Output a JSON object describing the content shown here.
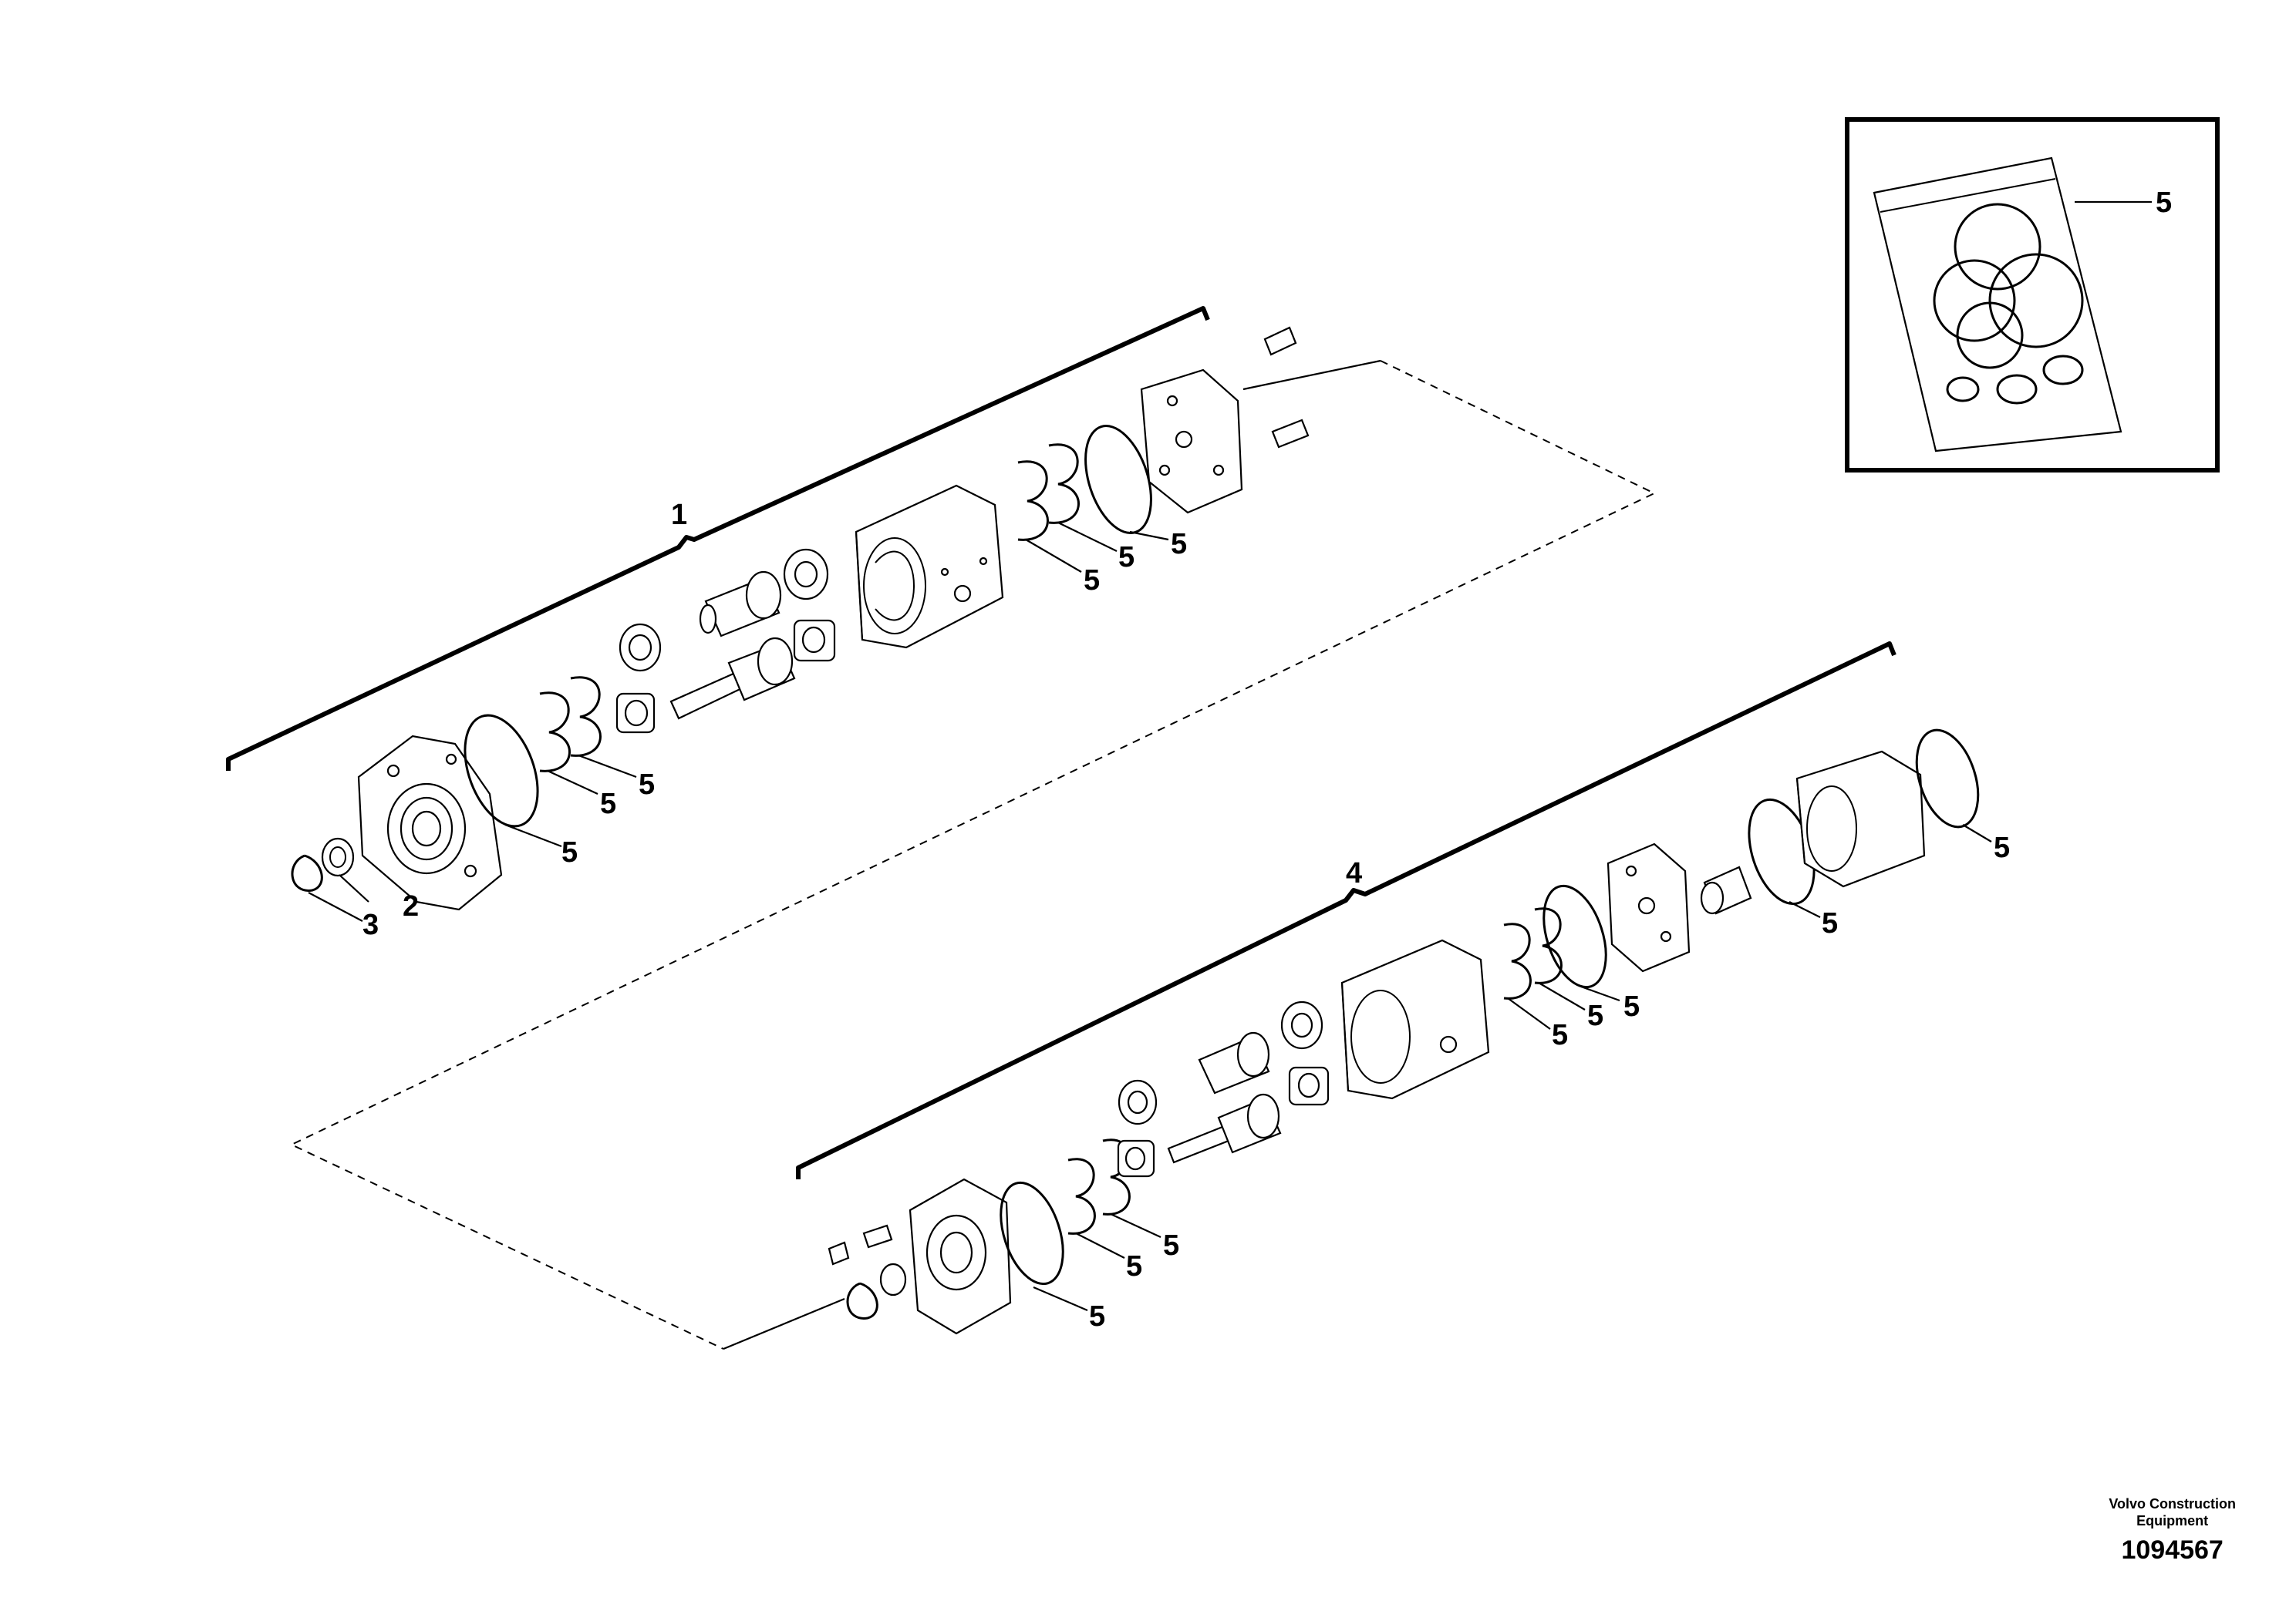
{
  "callouts": {
    "c1": "1",
    "c2": "2",
    "c3": "3",
    "c4": "4",
    "c5": "5"
  },
  "credit": {
    "line1": "Volvo Construction",
    "line2": "Equipment",
    "number": "1094567"
  }
}
